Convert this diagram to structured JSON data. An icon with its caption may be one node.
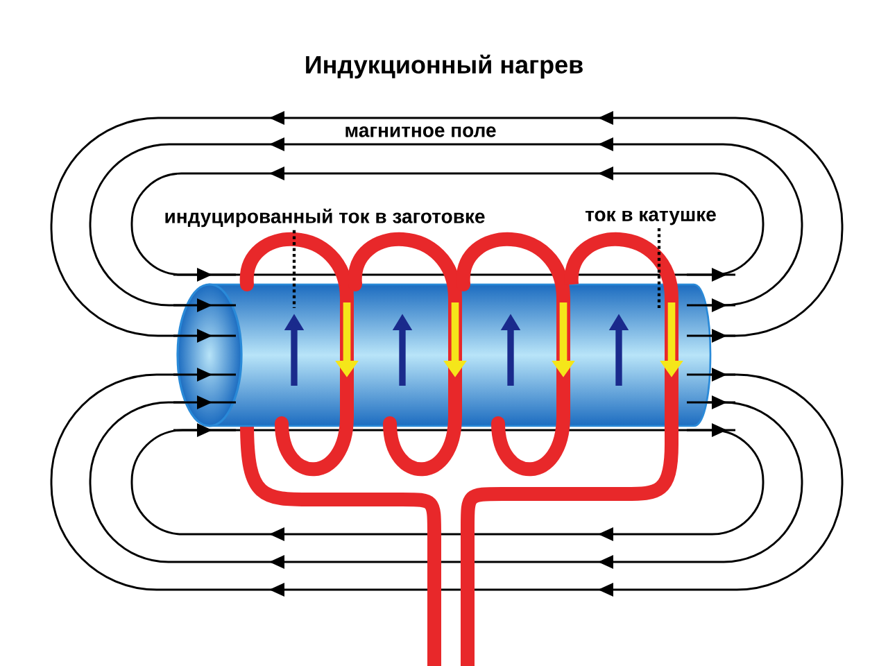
{
  "diagram": {
    "title": "Индукционный нагрев",
    "nodes": [
      {
        "text": [
          "индуцированный ток в заготовке"
        ]
      },
      {
        "text": [
          "ток в катушке"
        ]
      }
    ],
    "edges": [
      {
        "from": 0,
        "to": null,
        "arrow": "none"
      },
      {
        "from": 1,
        "to": null,
        "arrow": "none"
      }
    ],
    "labels": [
      "магнитное поле"
    ]
  }
}
